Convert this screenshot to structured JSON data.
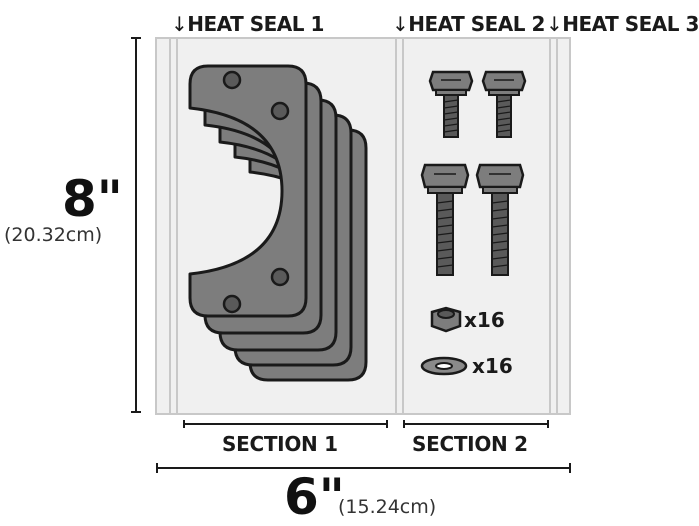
{
  "heat_seals": [
    {
      "label": "HEAT SEAL 1"
    },
    {
      "label": "HEAT SEAL 2"
    },
    {
      "label": "HEAT SEAL 3"
    }
  ],
  "sections": [
    {
      "label": "SECTION 1"
    },
    {
      "label": "SECTION 2"
    }
  ],
  "height": {
    "value": "8\"",
    "metric": "(20.32cm)"
  },
  "width": {
    "value": "6\"",
    "metric": "(15.24cm)"
  },
  "hardware": {
    "nut_qty": "x16",
    "washer_qty": "x16"
  },
  "colors": {
    "bag": "#f0f0f0",
    "seal_line": "#c8c8c8",
    "part_fill": "#7d7d7d",
    "outline": "#1a1a1a"
  }
}
